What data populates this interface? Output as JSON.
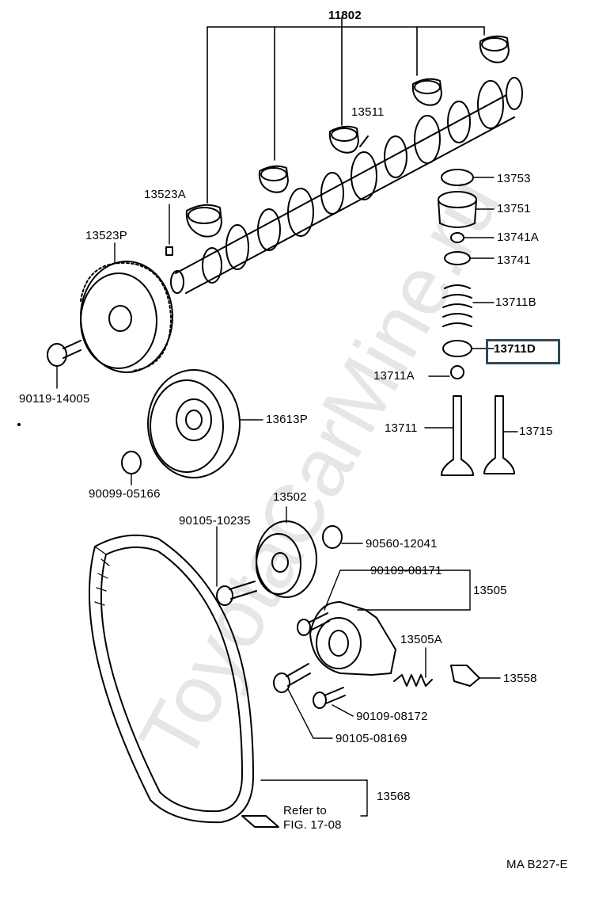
{
  "watermark": "ToyotaCarMine.ru",
  "highlighted_part": "13711D",
  "colors": {
    "ink": "#000000",
    "highlight": "#2f4a5a",
    "watermark": "#e6e6e6"
  },
  "labels": {
    "p11802": "11802",
    "p13511": "13511",
    "p13523A": "13523A",
    "p13523P": "13523P",
    "p13753": "13753",
    "p13751": "13751",
    "p13741A": "13741A",
    "p13741": "13741",
    "p13711B": "13711B",
    "p13711D": "13711D",
    "p13711A": "13711A",
    "p90119": "90119-14005",
    "p13613P": "13613P",
    "p13711": "13711",
    "p13715": "13715",
    "p90099": "90099-05166",
    "p13502": "13502",
    "p90105_10235": "90105-10235",
    "p90560": "90560-12041",
    "p90109_08171": "90109-08171",
    "p13505": "13505",
    "p13505A": "13505A",
    "p13558": "13558",
    "p90109_08172": "90109-08172",
    "p90105_08169": "90105-08169",
    "p13568": "13568",
    "refer1": "Refer to",
    "refer2": "FIG. 17-08",
    "fig_code": "MA B227-E"
  }
}
